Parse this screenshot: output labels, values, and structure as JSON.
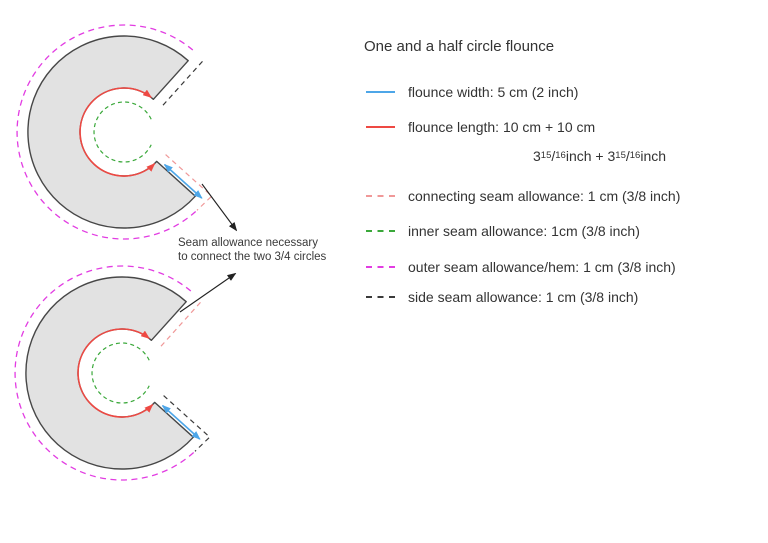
{
  "title": "One and a half circle flounce",
  "legend": {
    "items": [
      {
        "name": "flounce-width",
        "swatch": "solid-blue",
        "label": "flounce width: 5 cm (2 inch)"
      },
      {
        "name": "flounce-length",
        "swatch": "solid-red",
        "label": "flounce length: 10 cm + 10 cm"
      },
      {
        "name": "connecting-seam",
        "swatch": "dash-pink",
        "label": "connecting seam allowance: 1 cm (3/8 inch)"
      },
      {
        "name": "inner-seam",
        "swatch": "dash-green",
        "label": "inner seam allowance: 1cm (3/8 inch)"
      },
      {
        "name": "outer-seam-hem",
        "swatch": "dash-magenta",
        "label": "outer seam allowance/hem: 1 cm (3/8 inch)"
      },
      {
        "name": "side-seam",
        "swatch": "dash-black",
        "label": "side seam allowance: 1 cm (3/8 inch)"
      }
    ],
    "fraction_line": {
      "pre": "3 ",
      "sup1": "15",
      "slash1": "/",
      "sub1": "16",
      "mid": " inch + 3 ",
      "sup2": "15",
      "slash2": "/",
      "sub2": "16",
      "post": " inch"
    }
  },
  "annotation": {
    "line1": "Seam allowance necessary",
    "line2": "to connect the two 3/4 circles"
  },
  "colors": {
    "flounce_width_blue": "#4da6e8",
    "flounce_length_red": "#ee4943",
    "connecting_seam_pink": "#f09898",
    "inner_seam_green": "#3aa83a",
    "outer_seam_hem_magenta": "#e23ce2",
    "side_seam_black": "#3a3a3a",
    "piece_fill_gray": "#e2e2e2",
    "piece_outline": "#474747",
    "text": "#333333"
  }
}
